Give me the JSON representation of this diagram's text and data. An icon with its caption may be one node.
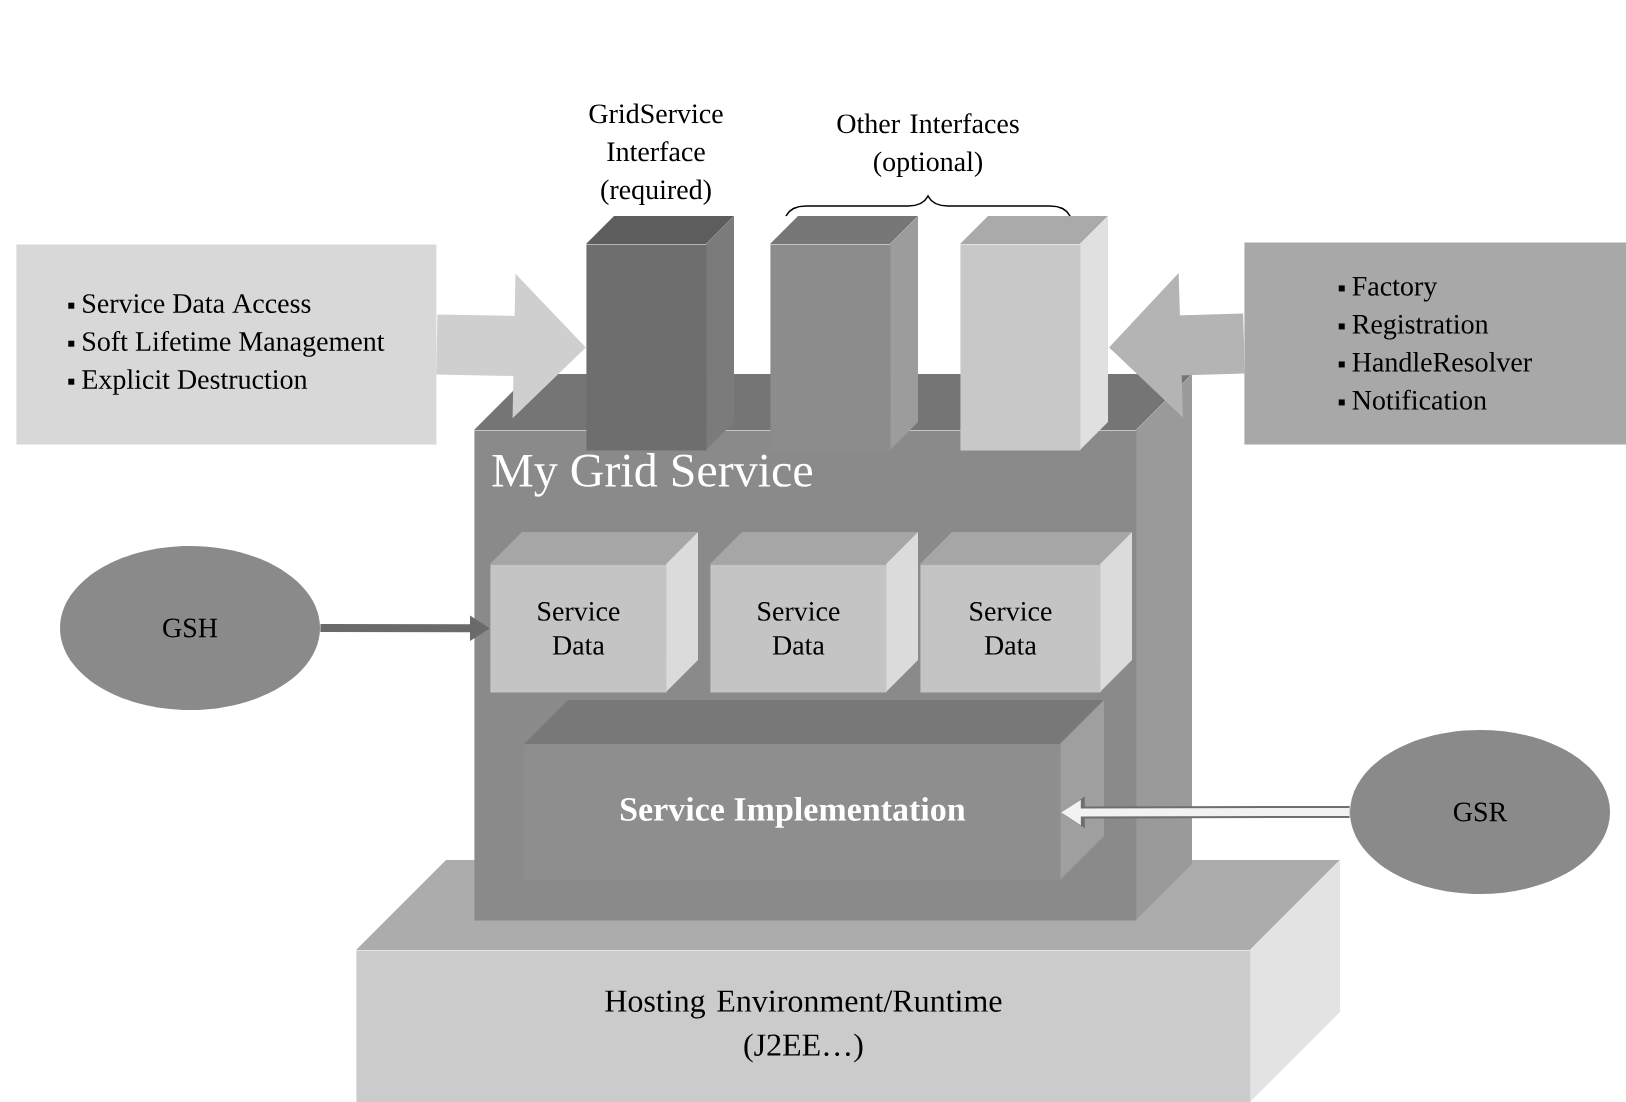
{
  "diagram": {
    "nodes": [
      {
        "text": [
          "Service Data Access",
          "Soft Lifetime Management",
          "Explicit Destruction"
        ]
      },
      {
        "text": [
          "Factory",
          "Registration",
          "HandleResolver",
          "Notification"
        ]
      },
      {
        "text": [
          "GridService Interface (required)"
        ]
      },
      {
        "text": [],
        "shape": "box"
      },
      {
        "text": [],
        "shape": "box"
      },
      {
        "text": [
          "My Grid Service"
        ]
      },
      {
        "text": [
          "Service Data"
        ],
        "in": 5
      },
      {
        "text": [
          "Service Data"
        ],
        "in": 5
      },
      {
        "text": [
          "Service Data"
        ],
        "in": 5
      },
      {
        "text": [
          "Service Implementation"
        ],
        "in": 5
      },
      {
        "text": [
          "GSH"
        ]
      },
      {
        "text": [
          "GSR"
        ]
      },
      {
        "text": [
          "Hosting Environment/Runtime (J2EE…)"
        ]
      }
    ],
    "edges": [
      {
        "from": 0,
        "to": 2,
        "arrow": "to",
        "style": "thick",
        "color": "#cfcfcf"
      },
      {
        "from": 1,
        "to": 4,
        "arrow": "to",
        "style": "thick",
        "color": "#b4b4b4"
      },
      {
        "from": 10,
        "to": 6,
        "arrow": "to",
        "color": "#6a6a6a"
      },
      {
        "from": 11,
        "to": 9,
        "arrow": "to",
        "color": "#f2f2f2"
      }
    ],
    "labels": [
      "Other Interfaces (optional)"
    ]
  }
}
